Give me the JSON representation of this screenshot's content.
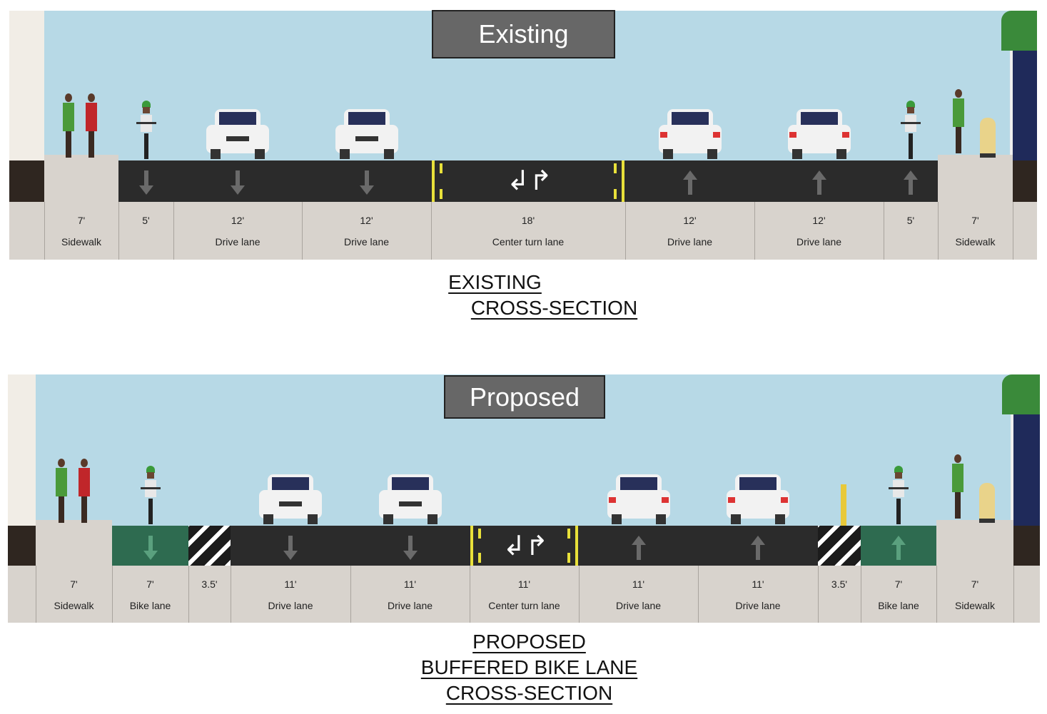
{
  "existing": {
    "title": "Existing",
    "caption": [
      "EXISTING",
      "CROSS-SECTION"
    ],
    "segments": [
      {
        "width": "7'",
        "label": "Sidewalk",
        "type": "sidewalk"
      },
      {
        "width": "5'",
        "label": "",
        "type": "bike-down"
      },
      {
        "width": "12'",
        "label": "Drive lane",
        "type": "drive-down"
      },
      {
        "width": "12'",
        "label": "Drive lane",
        "type": "drive-down"
      },
      {
        "width": "18'",
        "label": "Center turn lane",
        "type": "center"
      },
      {
        "width": "12'",
        "label": "Drive lane",
        "type": "drive-up"
      },
      {
        "width": "12'",
        "label": "Drive lane",
        "type": "drive-up"
      },
      {
        "width": "5'",
        "label": "",
        "type": "bike-up"
      },
      {
        "width": "7'",
        "label": "Sidewalk",
        "type": "sidewalk"
      }
    ]
  },
  "proposed": {
    "title": "Proposed",
    "caption": [
      "PROPOSED",
      "BUFFERED BIKE LANE",
      "CROSS-SECTION"
    ],
    "segments": [
      {
        "width": "7'",
        "label": "Sidewalk",
        "type": "sidewalk"
      },
      {
        "width": "7'",
        "label": "Bike lane",
        "type": "greenbike-down"
      },
      {
        "width": "3.5'",
        "label": "",
        "type": "buffer"
      },
      {
        "width": "11'",
        "label": "Drive lane",
        "type": "drive-down"
      },
      {
        "width": "11'",
        "label": "Drive lane",
        "type": "drive-down"
      },
      {
        "width": "11'",
        "label": "Center turn lane",
        "type": "center"
      },
      {
        "width": "11'",
        "label": "Drive lane",
        "type": "drive-up"
      },
      {
        "width": "11'",
        "label": "Drive lane",
        "type": "drive-up"
      },
      {
        "width": "3.5'",
        "label": "",
        "type": "buffer"
      },
      {
        "width": "7'",
        "label": "Bike lane",
        "type": "greenbike-up"
      },
      {
        "width": "7'",
        "label": "Sidewalk",
        "type": "sidewalk"
      }
    ]
  },
  "colors": {
    "sky": "#b7d9e6",
    "road": "#2b2b2b",
    "bike_lane": "#2e6b50",
    "strip": "#d8d3cd",
    "center_line": "#e8e03a"
  }
}
